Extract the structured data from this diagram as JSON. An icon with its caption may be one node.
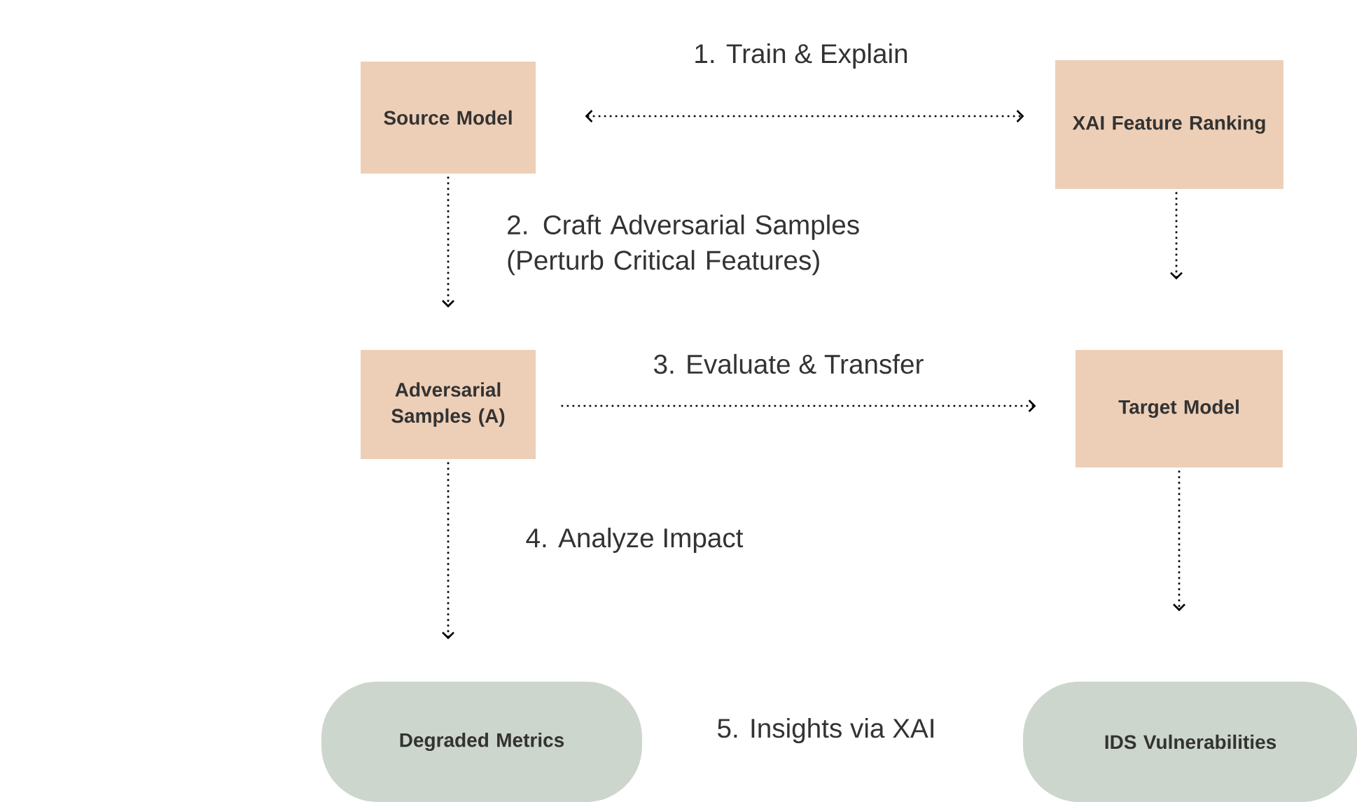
{
  "diagram": {
    "nodes": [
      {
        "text": [
          "Source Model"
        ]
      },
      {
        "text": [
          "XAI Feature Ranking"
        ]
      },
      {
        "text": [
          "Adversarial Samples (A)"
        ]
      },
      {
        "text": [
          "Target Model"
        ]
      },
      {
        "text": [
          "Degraded Metrics"
        ]
      },
      {
        "text": [
          "IDS Vulnerabilities"
        ]
      }
    ],
    "edges": [
      {
        "from": 0,
        "to": 1,
        "arrow": "both",
        "label": "1. Train & Explain",
        "style": "dashed"
      },
      {
        "from": 0,
        "to": 2,
        "arrow": "to",
        "label": "2. Craft Adversarial Samples (Perturb Critical Features)",
        "style": "dashed"
      },
      {
        "from": 1,
        "to": 3,
        "arrow": "to",
        "style": "dashed"
      },
      {
        "from": 2,
        "to": 3,
        "arrow": "to",
        "label": "3. Evaluate & Transfer",
        "style": "dashed"
      },
      {
        "from": 2,
        "to": 4,
        "arrow": "to",
        "label": "4. Analyze Impact",
        "style": "dashed"
      },
      {
        "from": 3,
        "to": 5,
        "arrow": "to",
        "style": "dashed"
      }
    ],
    "labels": [
      "5. Insights via XAI"
    ]
  }
}
